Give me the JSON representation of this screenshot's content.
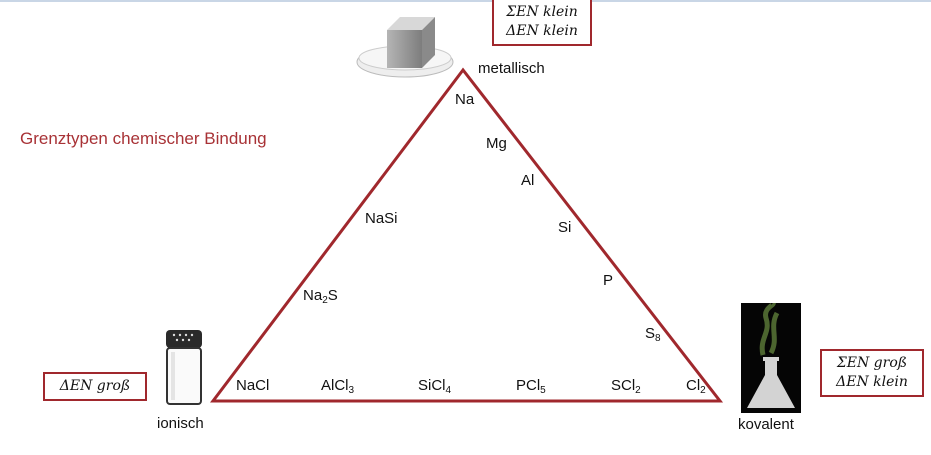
{
  "title": "Grenztypen chemischer Bindung",
  "corners": {
    "top": "metallisch",
    "left": "ionisch",
    "right": "kovalent"
  },
  "boxes": {
    "top": [
      "ΣEN klein",
      "ΔEN klein"
    ],
    "left": [
      "ΔEN groß"
    ],
    "right": [
      "ΣEN groß",
      "ΔEN klein"
    ]
  },
  "substances": {
    "na": {
      "b": "Na"
    },
    "mg": {
      "b": "Mg"
    },
    "al": {
      "b": "Al"
    },
    "si": {
      "b": "Si"
    },
    "p": {
      "b": "P"
    },
    "s8": {
      "b": "S",
      "s": "8"
    },
    "nasi": {
      "b": "NaSi"
    },
    "na2s": {
      "b": "Na",
      "s": "2",
      "t": "S"
    },
    "nacl": {
      "b": "NaCl"
    },
    "alcl3": {
      "b": "AlCl",
      "s": "3"
    },
    "sicl4": {
      "b": "SiCl",
      "s": "4"
    },
    "pcl5": {
      "b": "PCl",
      "s": "5"
    },
    "scl2": {
      "b": "SCl",
      "s": "2"
    },
    "cl2": {
      "b": "Cl",
      "s": "2"
    }
  },
  "colors": {
    "accent": "#a0282d"
  }
}
